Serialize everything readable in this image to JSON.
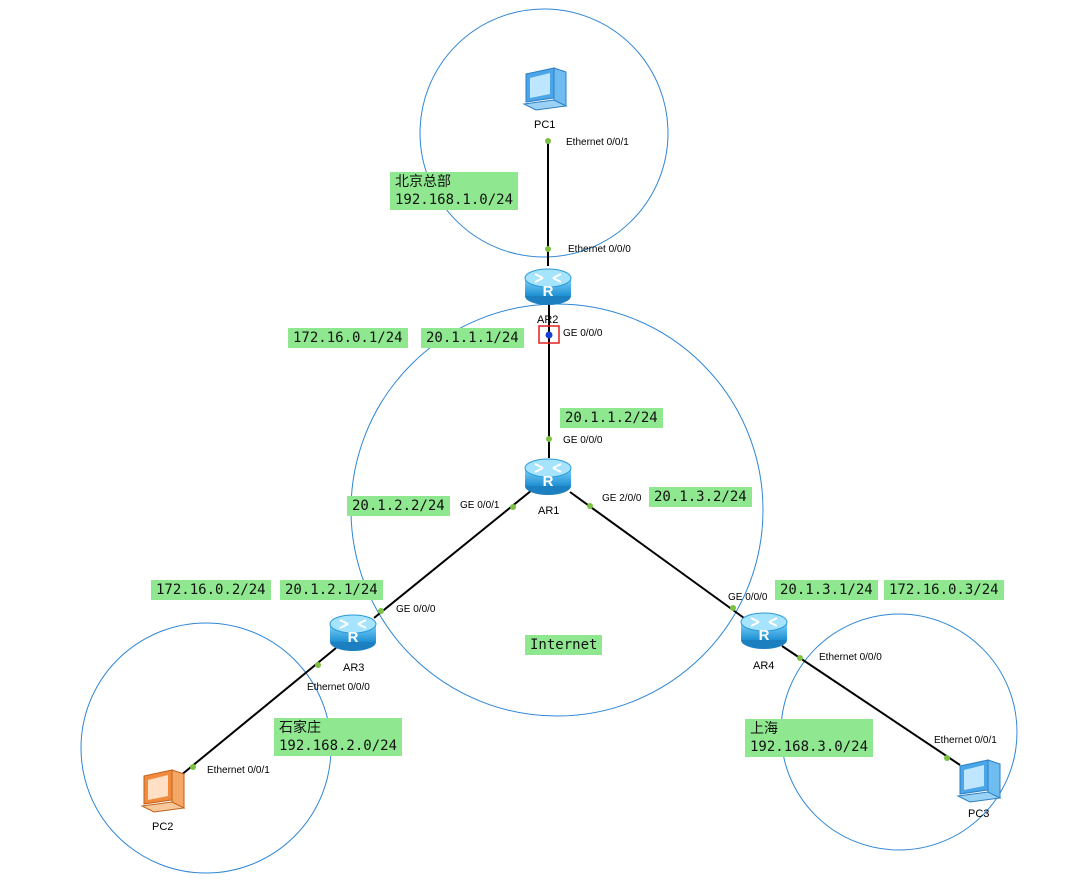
{
  "devices": {
    "pc1": "PC1",
    "pc2": "PC2",
    "pc3": "PC3",
    "ar1": "AR1",
    "ar2": "AR2",
    "ar3": "AR3",
    "ar4": "AR4"
  },
  "sites": {
    "beijing": {
      "name": "北京总部",
      "subnet": "192.168.1.0/24"
    },
    "shijiazhuang": {
      "name": "石家庄",
      "subnet": "192.168.2.0/24"
    },
    "shanghai": {
      "name": "上海",
      "subnet": "192.168.3.0/24"
    },
    "internet": "Internet"
  },
  "addresses": {
    "ar2_tunnel": "172.16.0.1/24",
    "ar2_wan": "20.1.1.1/24",
    "ar1_to_ar2": "20.1.1.2/24",
    "ar1_to_ar3": "20.1.2.2/24",
    "ar1_to_ar4": "20.1.3.2/24",
    "ar3_tunnel": "172.16.0.2/24",
    "ar3_wan": "20.1.2.1/24",
    "ar4_wan": "20.1.3.1/24",
    "ar4_tunnel": "172.16.0.3/24"
  },
  "ports": {
    "pc1_eth": "Ethernet 0/0/1",
    "ar2_eth": "Ethernet 0/0/0",
    "ar2_ge": "GE 0/0/0",
    "ar1_ge000": "GE 0/0/0",
    "ar1_ge001": "GE 0/0/1",
    "ar1_ge200": "GE 2/0/0",
    "ar3_ge": "GE 0/0/0",
    "ar3_eth": "Ethernet 0/0/0",
    "pc2_eth": "Ethernet 0/0/1",
    "ar4_ge": "GE 0/0/0",
    "ar4_eth": "Ethernet 0/0/0",
    "pc3_eth": "Ethernet 0/0/1"
  },
  "colors": {
    "circle": "#2f86d6",
    "label_bg": "#8fe88f",
    "link": "#000000",
    "port_dot": "#7cc142",
    "router_blue": "#2aa7e6",
    "pc_blue": "#4aa6e8",
    "pc_orange": "#f08a3c",
    "selection": "#e02020",
    "selected_dot": "#1a3fd6"
  }
}
